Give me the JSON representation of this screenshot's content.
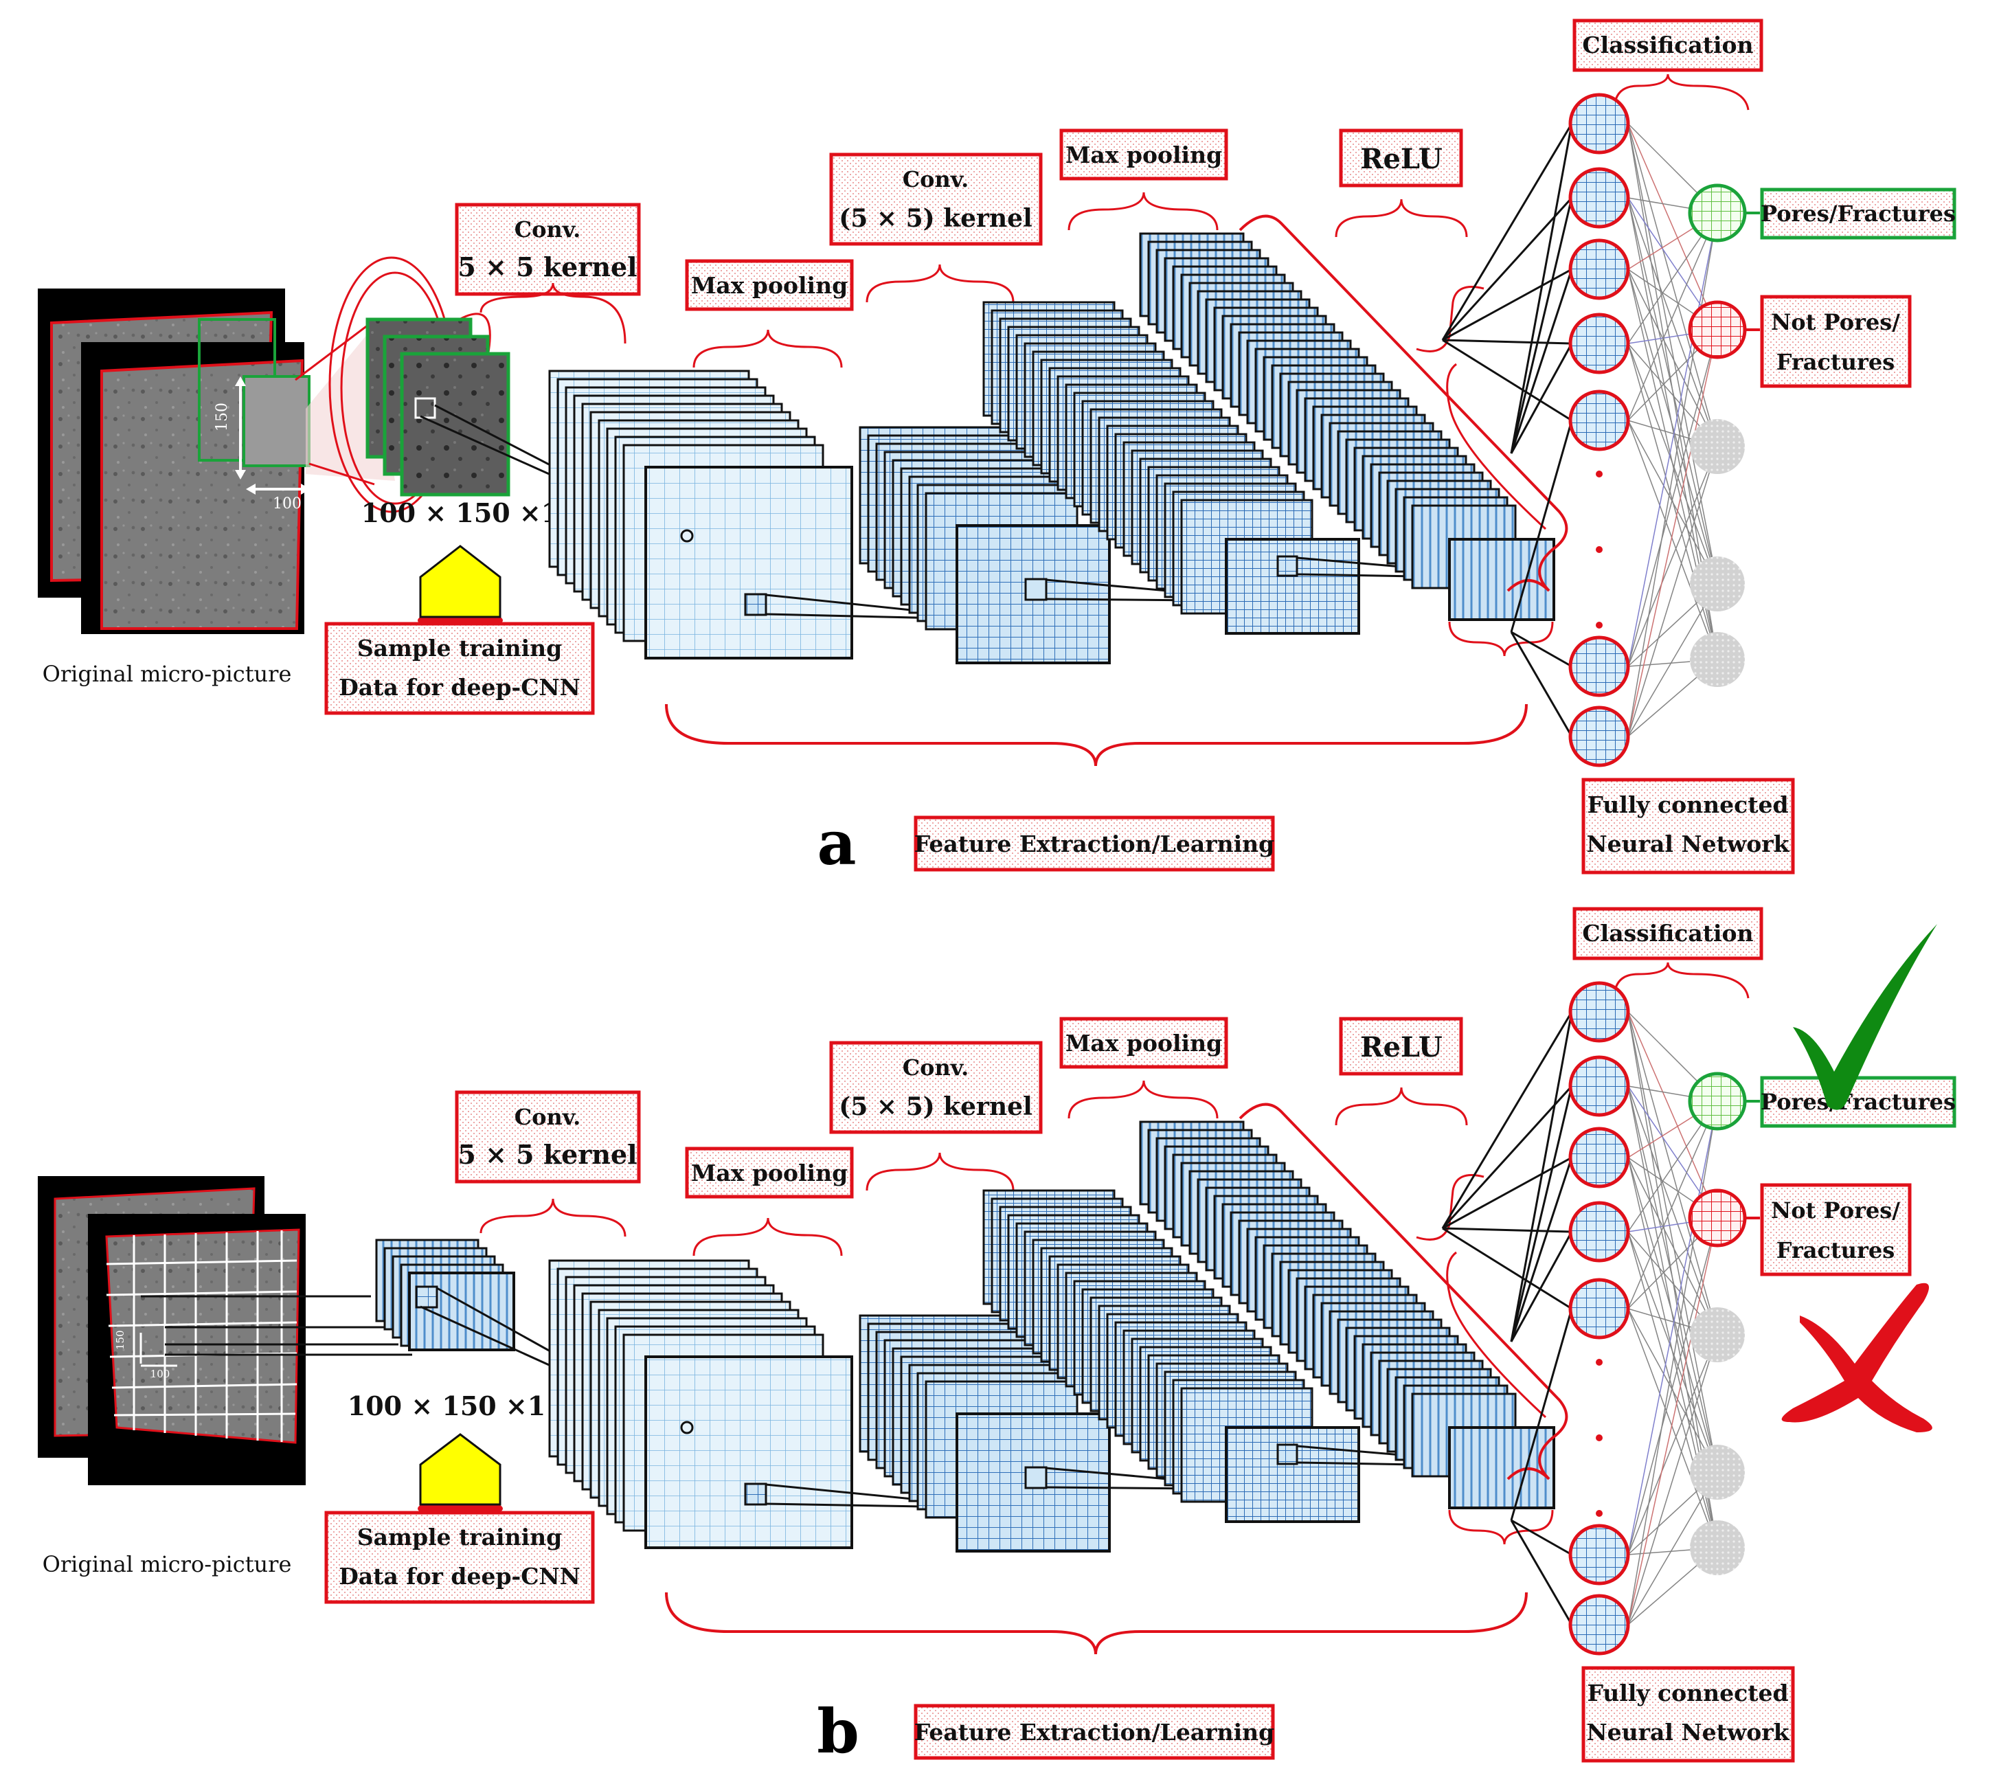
{
  "colors": {
    "accent_red": "#e0101a",
    "green": "#1aa33a",
    "blue": "#1e64b4",
    "check_green": "#0f8a12"
  },
  "panels": [
    {
      "id": "a",
      "panel_letter": "a",
      "original_caption": "Original micro-picture",
      "dim_height": "150",
      "dim_width": "100",
      "input_size": "100 × 150 ×1",
      "sample_line1": "Sample training",
      "sample_line2": "Data for deep-CNN",
      "conv1_line1": "Conv.",
      "conv1_line2": "5 × 5 kernel",
      "maxpool1": "Max pooling",
      "conv2_line1": "Conv.",
      "conv2_line2": "(5 × 5) kernel",
      "maxpool2": "Max pooling",
      "relu": "ReLU",
      "classification": "Classification",
      "pores": "Pores/Fractures",
      "not_pores_line1": "Not Pores/",
      "not_pores_line2": "Fractures",
      "feature": "Feature Extraction/Learning",
      "fc_line1": "Fully connected",
      "fc_line2": "Neural Network",
      "result_icons": []
    },
    {
      "id": "b",
      "panel_letter": "b",
      "original_caption": "Original micro-picture",
      "dim_height": "150",
      "dim_width": "100",
      "input_size": "100 × 150 ×1",
      "sample_line1": "Sample training",
      "sample_line2": "Data for deep-CNN",
      "conv1_line1": "Conv.",
      "conv1_line2": "5 × 5 kernel",
      "maxpool1": "Max pooling",
      "conv2_line1": "Conv.",
      "conv2_line2": "(5 × 5) kernel",
      "maxpool2": "Max pooling",
      "relu": "ReLU",
      "classification": "Classification",
      "pores": "Pores/Fractures",
      "not_pores_line1": "Not Pores/",
      "not_pores_line2": "Fractures",
      "feature": "Feature Extraction/Learning",
      "fc_line1": "Fully connected",
      "fc_line2": "Neural Network",
      "result_icons": [
        "green-checkmark-icon",
        "red-cross-icon"
      ]
    }
  ]
}
